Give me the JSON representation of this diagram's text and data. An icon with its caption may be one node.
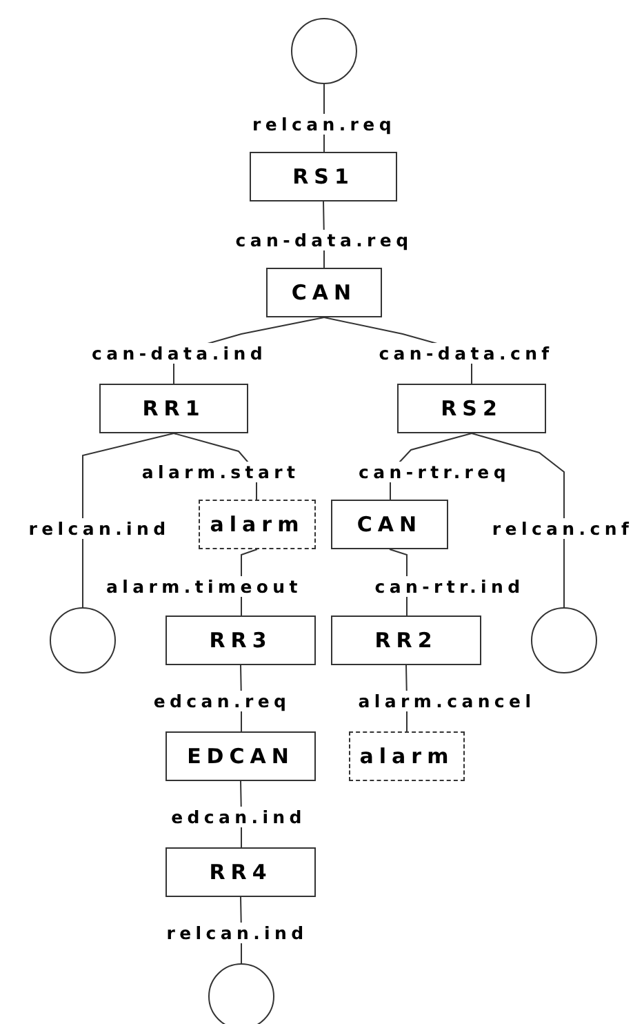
{
  "diagram": {
    "nodes": [
      {
        "text": [],
        "shape": "circle"
      },
      {
        "text": [
          "RS1"
        ]
      },
      {
        "text": [
          "CAN"
        ]
      },
      {
        "text": [
          "RR1"
        ]
      },
      {
        "text": [
          "RS2"
        ]
      },
      {
        "text": [],
        "shape": "circle"
      },
      {
        "text": [
          "alarm"
        ]
      },
      {
        "text": [
          "CAN"
        ]
      },
      {
        "text": [],
        "shape": "circle"
      },
      {
        "text": [
          "RR3"
        ]
      },
      {
        "text": [
          "RR2"
        ]
      },
      {
        "text": [
          "EDCAN"
        ]
      },
      {
        "text": [
          "alarm"
        ]
      },
      {
        "text": [
          "RR4"
        ]
      },
      {
        "text": [],
        "shape": "circle"
      }
    ],
    "edges": [
      {
        "from": 0,
        "to": 1,
        "arrow": "none",
        "label": "relcan.req"
      },
      {
        "from": 1,
        "to": 2,
        "arrow": "none",
        "label": "can-data.req"
      },
      {
        "from": 2,
        "to": 3,
        "arrow": "none",
        "label": "can-data.ind"
      },
      {
        "from": 2,
        "to": 4,
        "arrow": "none",
        "label": "can-data.cnf"
      },
      {
        "from": 3,
        "to": 6,
        "arrow": "none",
        "label": "alarm.start"
      },
      {
        "from": 4,
        "to": 7,
        "arrow": "none",
        "label": "can-rtr.req"
      },
      {
        "from": 3,
        "to": 5,
        "arrow": "none",
        "label": "relcan.ind"
      },
      {
        "from": 4,
        "to": 8,
        "arrow": "none",
        "label": "relcan.cnf"
      },
      {
        "from": 6,
        "to": 9,
        "arrow": "none",
        "label": "alarm.timeout"
      },
      {
        "from": 7,
        "to": 10,
        "arrow": "none",
        "label": "can-rtr.ind"
      },
      {
        "from": 9,
        "to": 11,
        "arrow": "none",
        "label": "edcan.req"
      },
      {
        "from": 10,
        "to": 12,
        "arrow": "none",
        "label": "alarm.cancel"
      },
      {
        "from": 11,
        "to": 13,
        "arrow": "none",
        "label": "edcan.ind"
      },
      {
        "from": 13,
        "to": 14,
        "arrow": "none",
        "label": "relcan.ind"
      }
    ]
  }
}
